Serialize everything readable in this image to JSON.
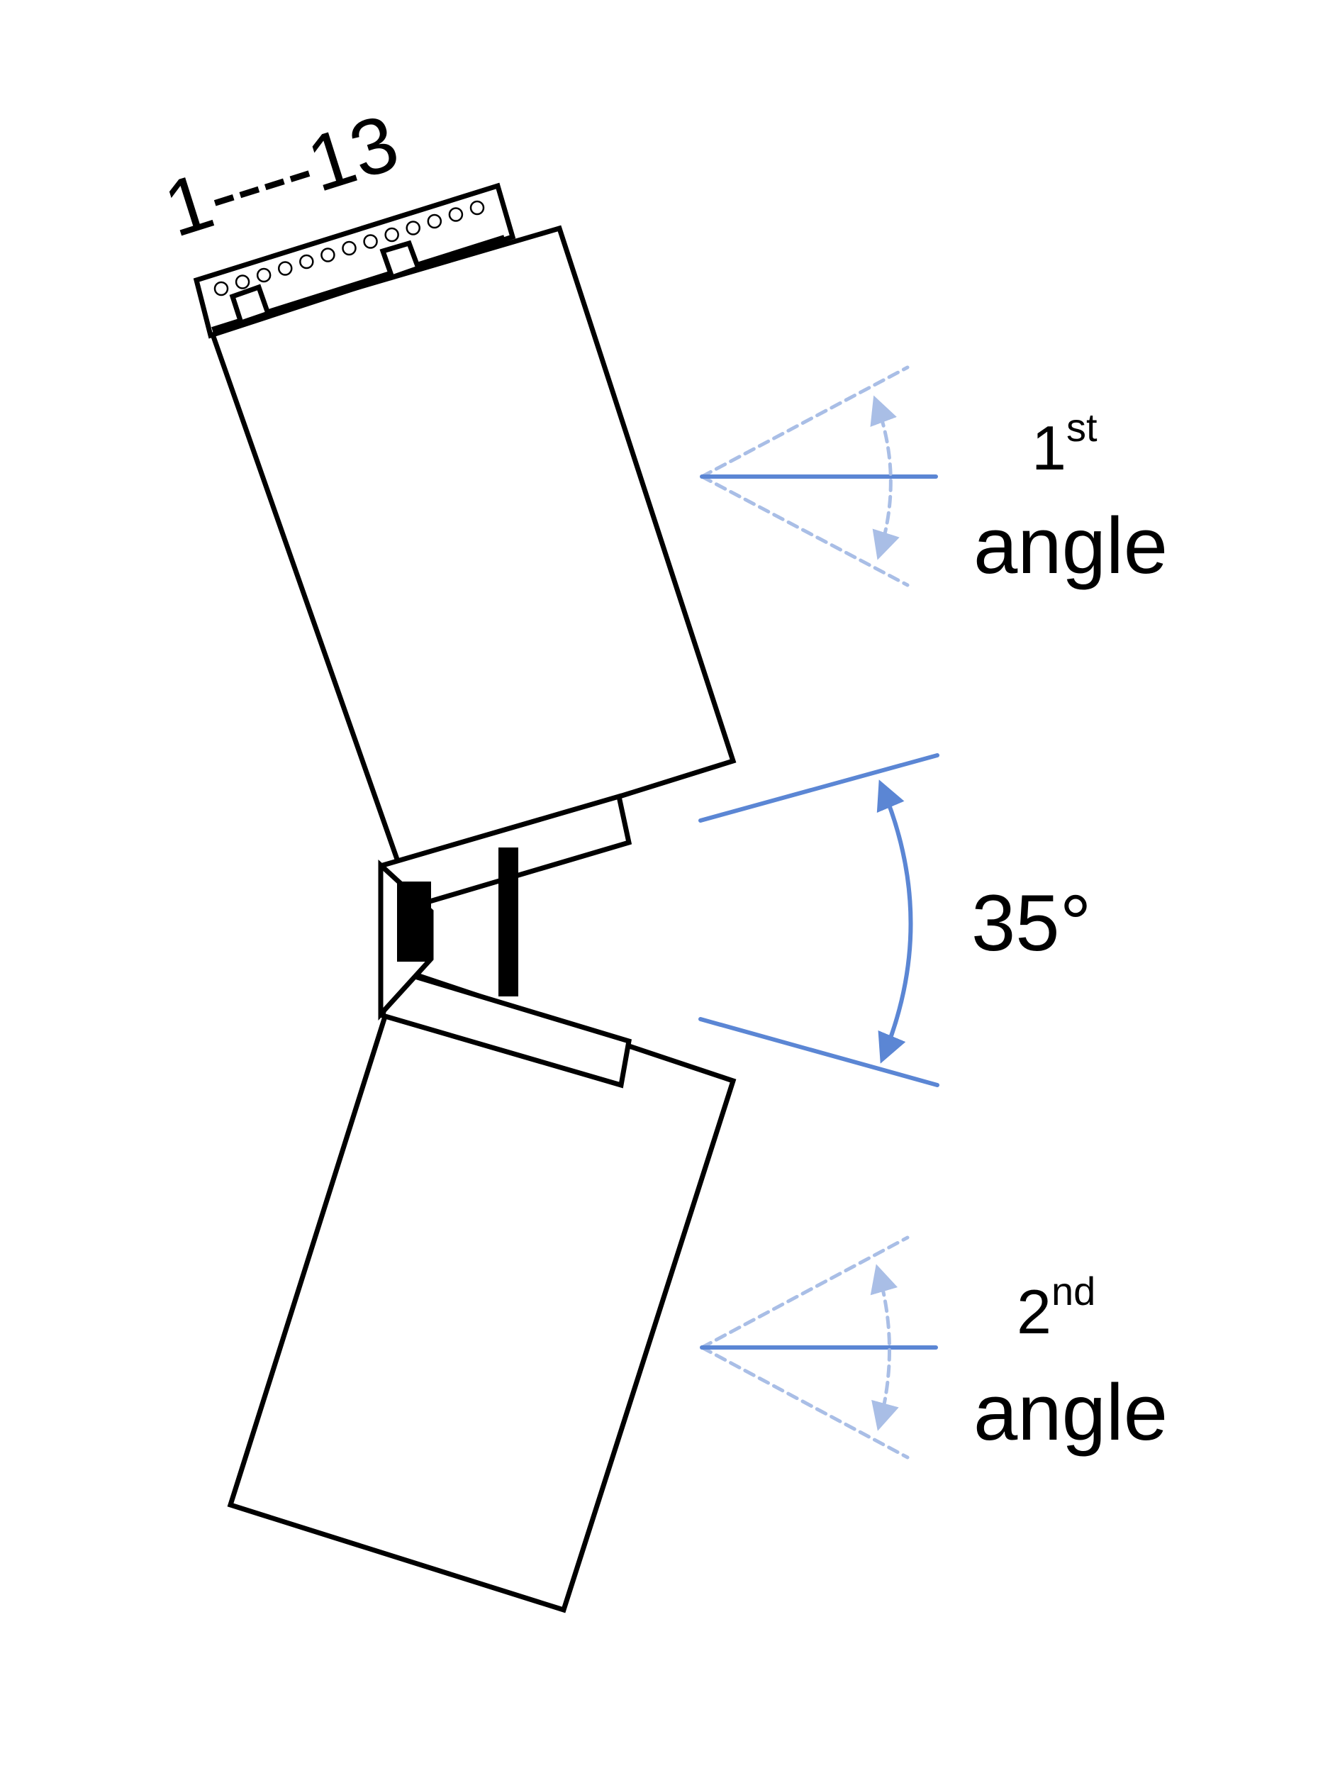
{
  "connector_label": "1----13",
  "pin_count": 13,
  "angle_value_label": "35°",
  "angle_deg": 35,
  "first_angle": {
    "number": "1",
    "suffix": "st",
    "word": "angle"
  },
  "second_angle": {
    "number": "2",
    "suffix": "nd",
    "word": "angle"
  },
  "colors": {
    "outline": "#000000",
    "accent_blue": "#5B86D4",
    "accent_blue_faded": "#A9BEE6",
    "background": "#ffffff"
  }
}
